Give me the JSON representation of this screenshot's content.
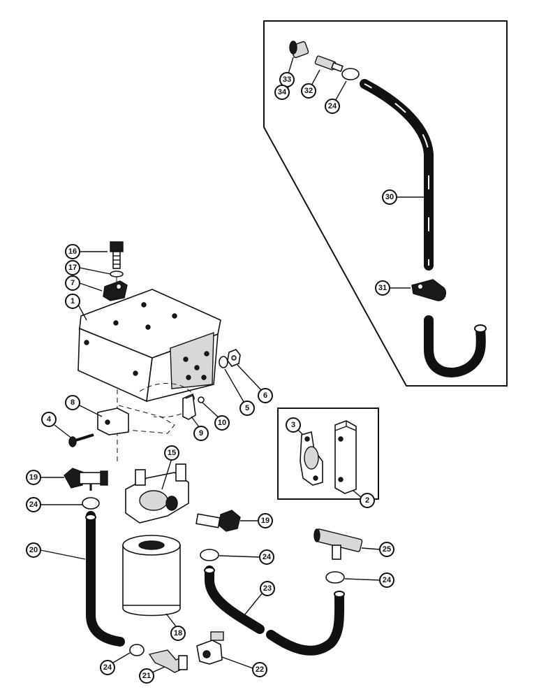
{
  "callouts": {
    "c1": "1",
    "c2": "2",
    "c3": "3",
    "c4": "4",
    "c5": "5",
    "c6": "6",
    "c7": "7",
    "c8": "8",
    "c9": "9",
    "c10": "10",
    "c15": "15",
    "c16": "16",
    "c17": "17",
    "c18": "18",
    "c19a": "19",
    "c19b": "19",
    "c20": "20",
    "c21": "21",
    "c22": "22",
    "c23": "23",
    "c24a": "24",
    "c24b": "24",
    "c24c": "24",
    "c24d": "24",
    "c24e": "24",
    "c25": "25",
    "c30": "30",
    "c31": "31",
    "c32": "32",
    "c33": "33",
    "c34": "34"
  },
  "colors": {
    "ink": "#111111",
    "paper": "#ffffff"
  }
}
